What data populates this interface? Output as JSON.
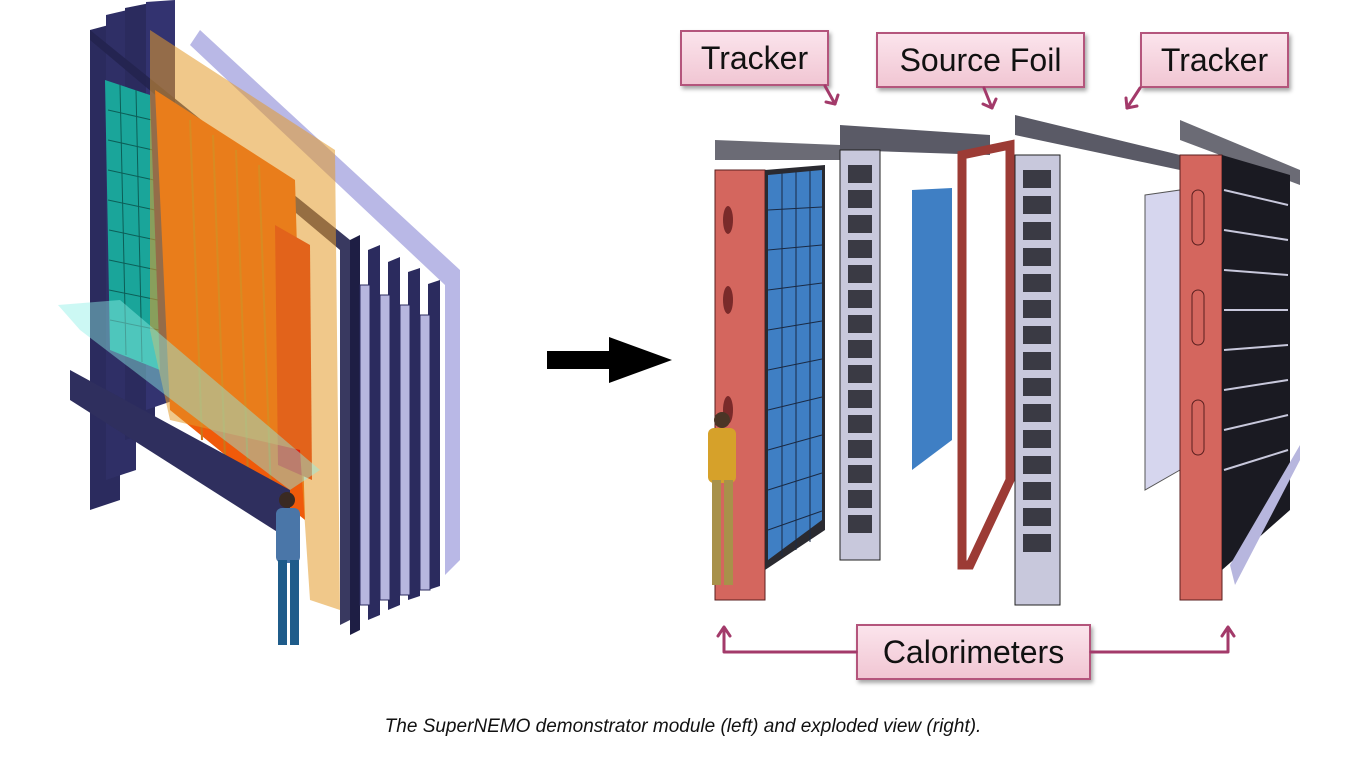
{
  "figure": {
    "caption": "The SuperNEMO demonstrator module (left) and exploded view (right).",
    "left_image": {
      "description": "SuperNEMO demonstrator module, assembled 3D CAD render with human figure for scale"
    },
    "transition_arrow": {
      "direction": "right"
    },
    "right_image": {
      "description": "Exploded view of the SuperNEMO demonstrator module with human figure for scale"
    },
    "labels": {
      "tracker_left": "Tracker",
      "source_foil": "Source Foil",
      "tracker_right": "Tracker",
      "calorimeters": "Calorimeters"
    },
    "colors": {
      "label_fill": "#f1c6d3",
      "label_border": "#b4557c",
      "connector": "#a33a6a",
      "calorimeter_blue": "#3f7fc4",
      "frame_red": "#d4665e",
      "scintillator_orange": "#f05a0a",
      "module_navy": "#2a2a5c",
      "teal_wall": "#1aa59a"
    }
  }
}
